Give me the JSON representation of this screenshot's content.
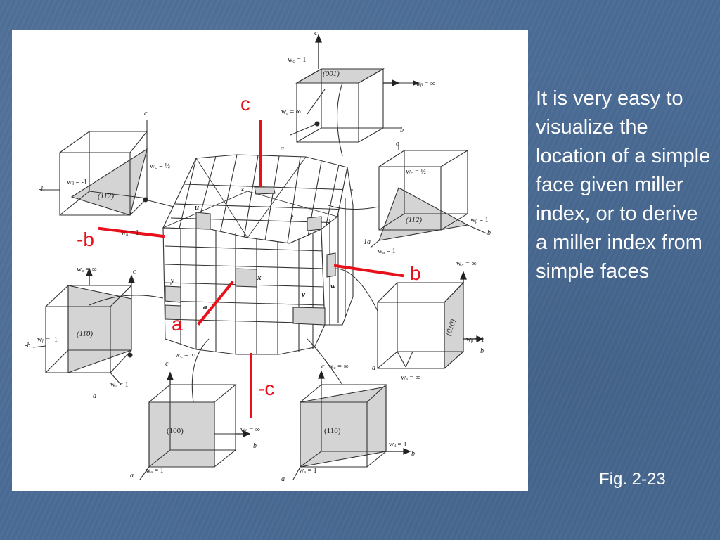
{
  "slide": {
    "body_text": "It is very easy to visualize the location of a simple face given miller index, or to derive a miller index from simple faces",
    "caption": "Fig. 2-23"
  },
  "diagram": {
    "axis_labels_red": {
      "c": "c",
      "neg_b": "-b",
      "b": "b",
      "a": "a",
      "neg_c": "-c"
    },
    "crystal_face_labels": {
      "z": "z",
      "u": "u",
      "t": "t",
      "x": "x",
      "y": "y",
      "v": "v",
      "w": "w",
      "a_edge": "a"
    },
    "top_cube": {
      "face": "(001)",
      "c": "c",
      "wc": "w꜀ = 1",
      "wb": "wᵦ = ∞",
      "wa": "wₐ = ∞",
      "b": "b",
      "a": "a"
    },
    "upper_left_cube": {
      "face": "(11̄2)",
      "c": "c",
      "wc": "w꜀ = ½",
      "wb": "wᵦ = -1",
      "negb": "-b",
      "wa": "wₐ = 1"
    },
    "upper_right_cube": {
      "face": "(112)",
      "c": "c",
      "wc": "w꜀ = ½",
      "wb": "wᵦ = 1",
      "b": "b",
      "a": "1a",
      "wa": "wₐ = 1"
    },
    "left_cube": {
      "face": "(11̄0)",
      "c": "c",
      "wc": "w꜀ = ∞",
      "wb": "wᵦ = -1",
      "negb": "-b",
      "wa": "wₐ = 1",
      "a": "a"
    },
    "right_cube": {
      "face": "(010)",
      "wc": "w꜀ = ∞",
      "wb": "wᵦ = 1",
      "b": "b",
      "wa": "wₐ = ∞",
      "a": "a"
    },
    "bottom_left_cube": {
      "face": "(100)",
      "c": "c",
      "wc": "w꜀ = ∞",
      "wb": "wᵦ = ∞",
      "b": "b",
      "wa": "wₐ = 1",
      "a": "a"
    },
    "bottom_right_cube": {
      "face": "(110)",
      "c": "c",
      "wc": "w꜀ = ∞",
      "wb": "wᵦ = 1",
      "b": "b",
      "wa": "wₐ = 1",
      "a": "a"
    },
    "colors": {
      "axis_red": "#e8101a",
      "face_gray": "#d4d4d4",
      "line": "#333333"
    }
  }
}
